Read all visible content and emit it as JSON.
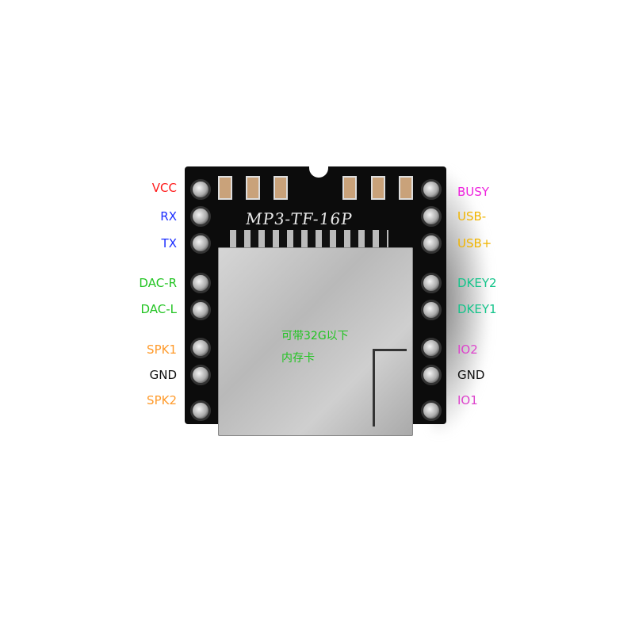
{
  "board": {
    "silkscreen": "MP3-TF-16P",
    "card_note_line1": "可带32G以下",
    "card_note_line2": "内存卡"
  },
  "left_pins": [
    {
      "label": "VCC",
      "color": "#ff1a1a"
    },
    {
      "label": "RX",
      "color": "#1a2cff"
    },
    {
      "label": "TX",
      "color": "#1a2cff"
    },
    {
      "label": "DAC-R",
      "color": "#22c422"
    },
    {
      "label": "DAC-L",
      "color": "#22c422"
    },
    {
      "label": "SPK1",
      "color": "#ff9a2a"
    },
    {
      "label": "GND",
      "color": "#111111"
    },
    {
      "label": "SPK2",
      "color": "#ff9a2a"
    }
  ],
  "right_pins": [
    {
      "label": "BUSY",
      "color": "#ee22dd"
    },
    {
      "label": "USB-",
      "color": "#f0b400"
    },
    {
      "label": "USB+",
      "color": "#f0b400"
    },
    {
      "label": "DKEY2",
      "color": "#14c48a"
    },
    {
      "label": "DKEY1",
      "color": "#14c48a"
    },
    {
      "label": "IO2",
      "color": "#dd44cc"
    },
    {
      "label": "GND",
      "color": "#111111"
    },
    {
      "label": "IO1",
      "color": "#dd44cc"
    }
  ]
}
